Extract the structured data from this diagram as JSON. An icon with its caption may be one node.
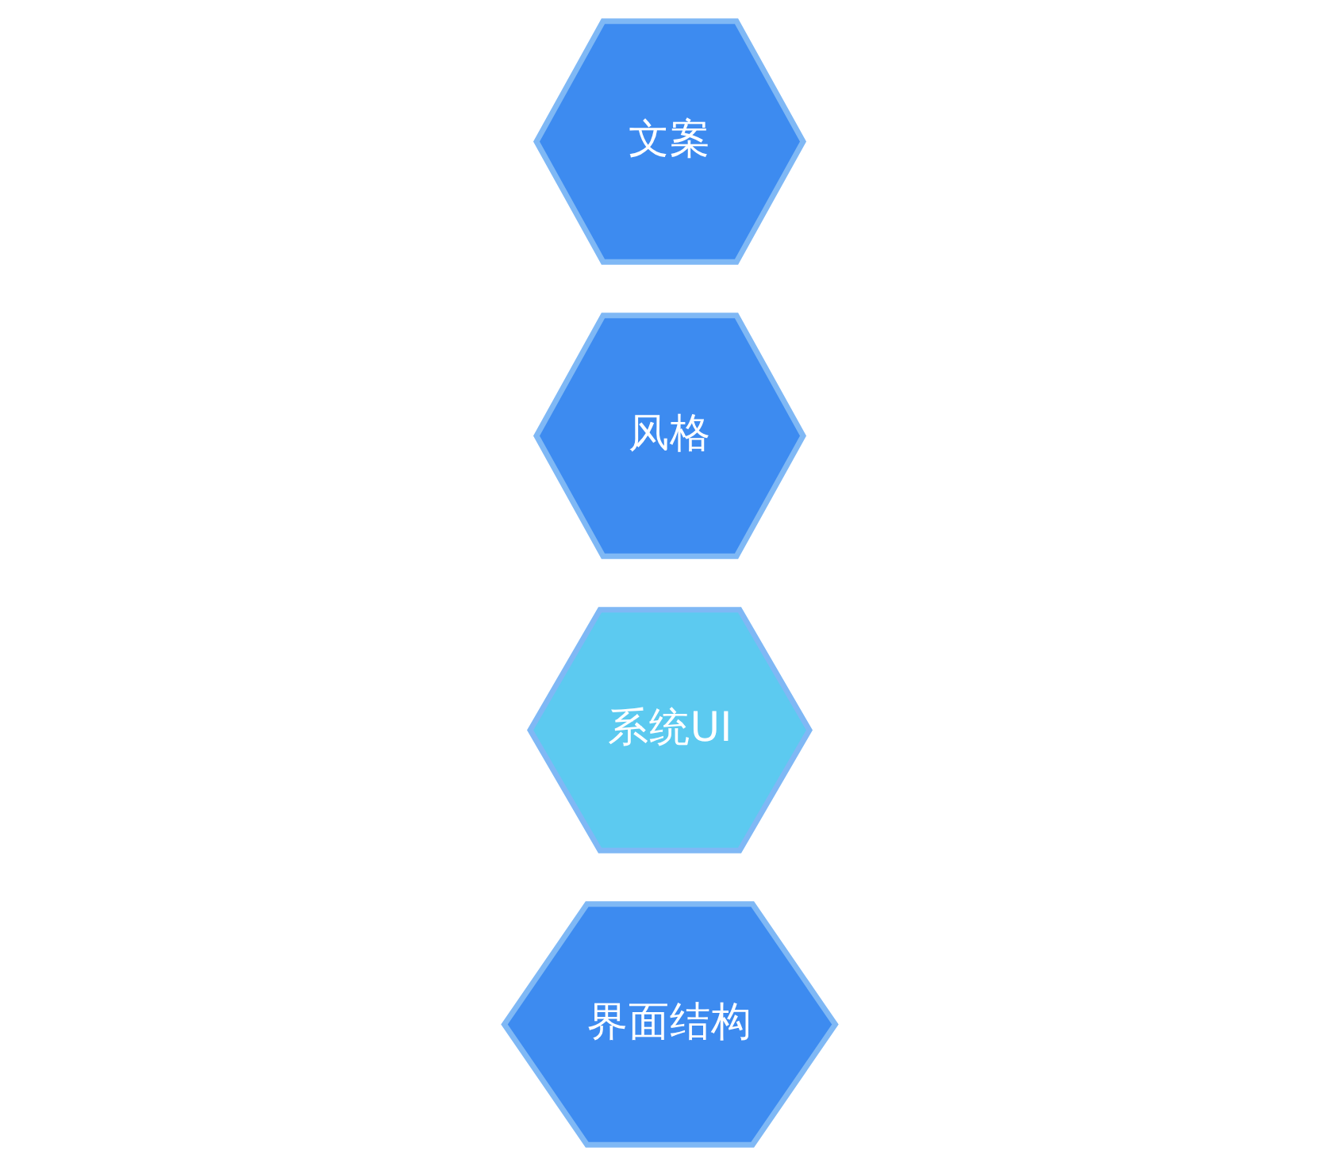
{
  "diagram": {
    "nodes": [
      {
        "text": [
          "界面结构"
        ]
      },
      {
        "text": [
          "系统UI"
        ]
      },
      {
        "text": [
          "风格"
        ]
      },
      {
        "text": [
          "文案"
        ]
      }
    ],
    "edges": []
  }
}
